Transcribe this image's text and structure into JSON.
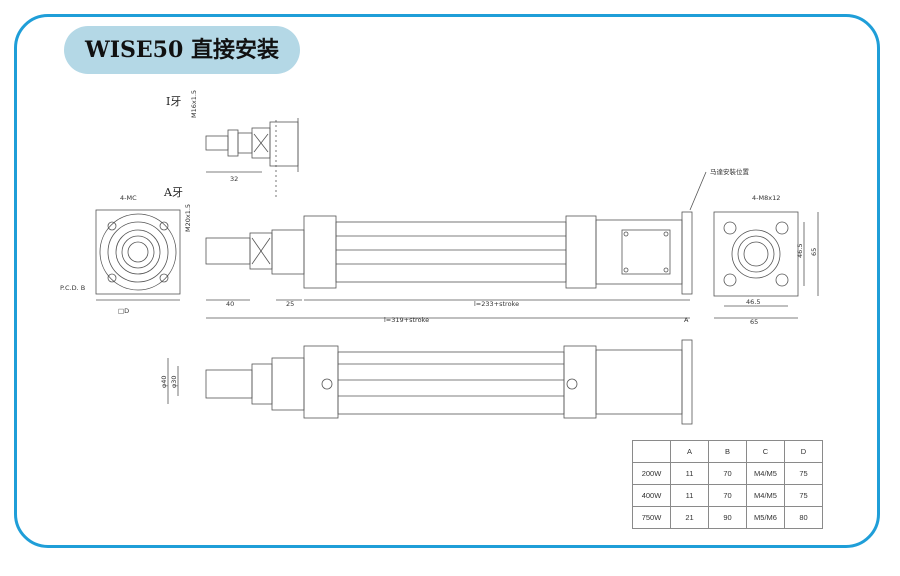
{
  "title": "WISE50 直接安装",
  "labels": {
    "thread_i": "I牙",
    "thread_a": "A牙",
    "thread_i_spec": "M16x1.5",
    "thread_a_spec": "M20x1.5",
    "dim_32": "32",
    "hole_4_mc": "4-MC",
    "pcd": "P.C.D. B",
    "dim_d": "□D",
    "dim_40": "40",
    "dim_25": "25",
    "dim_l1": "l=233+stroke",
    "dim_total": "l=319+stroke",
    "dim_a": "A",
    "motor_mount": "马達安裝位置",
    "holes_m8": "4-M8x12",
    "dim_46_5v": "46.5",
    "dim_65v": "65",
    "dim_46_5h": "46.5",
    "dim_65h": "65",
    "phi40": "φ40",
    "phi30": "φ30"
  },
  "spec_table": {
    "headers": [
      "",
      "A",
      "B",
      "C",
      "D"
    ],
    "rows": [
      [
        "200W",
        "11",
        "70",
        "M4/M5",
        "75"
      ],
      [
        "400W",
        "11",
        "70",
        "M4/M5",
        "75"
      ],
      [
        "750W",
        "21",
        "90",
        "M5/M6",
        "80"
      ]
    ]
  }
}
